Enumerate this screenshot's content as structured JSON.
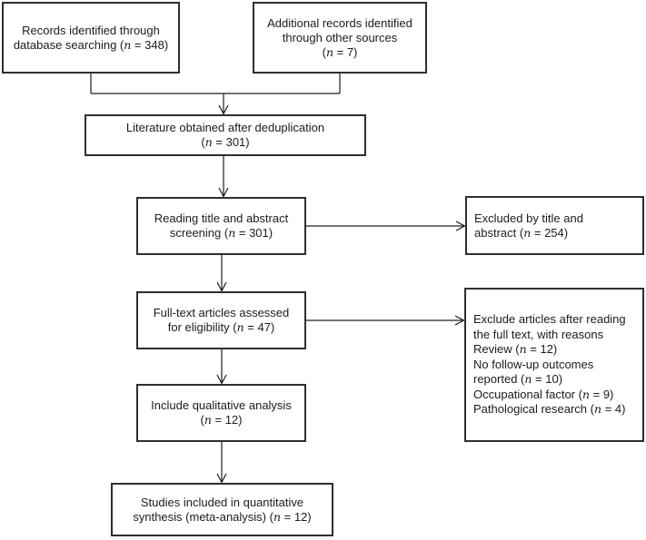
{
  "diagram": {
    "nodes": {
      "records_db": {
        "lines": [
          "Records identified through",
          "database searching (n = 348)"
        ]
      },
      "other_sources": {
        "lines": [
          "Additional records identified",
          "through other sources",
          "(n = 7)"
        ]
      },
      "dedup": {
        "lines": [
          "Literature obtained after deduplication",
          "(n = 301)"
        ]
      },
      "screening": {
        "lines": [
          "Reading title and abstract",
          "screening (n = 301)"
        ]
      },
      "excluded_title_abstract": {
        "lines": [
          "Excluded by title and",
          "abstract (n = 254)"
        ]
      },
      "fulltext": {
        "lines": [
          "Full-text articles assessed",
          "for eligibility (n = 47)"
        ]
      },
      "excluded_fulltext": {
        "lines": [
          "Exclude articles after reading",
          "the full text, with reasons",
          "Review (n = 12)",
          "No follow-up outcomes",
          "reported (n = 10)",
          "Occupational factor (n = 9)",
          "Pathological research (n = 4)"
        ]
      },
      "qualitative": {
        "lines": [
          "Include qualitative analysis",
          "(n = 12)"
        ]
      },
      "quantitative": {
        "lines": [
          "Studies included in quantitative",
          "synthesis (meta-analysis) (n = 12)"
        ]
      }
    }
  }
}
